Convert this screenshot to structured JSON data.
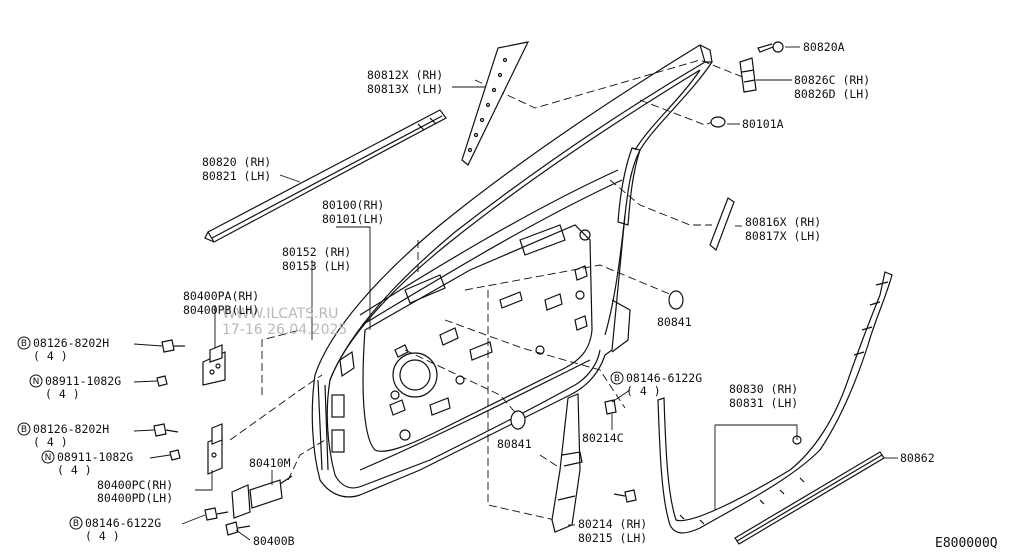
{
  "diagram_code": "E800000Q",
  "watermark": [
    "WWW.ILCATS.RU",
    "17-16 26.04.2025"
  ],
  "labels": {
    "p80820A": "80820A",
    "p80826C": "80826C (RH)",
    "p80826D": "80826D (LH)",
    "p80812X": "80812X (RH)",
    "p80813X": "80813X (LH)",
    "p80101A": "80101A",
    "p80820": "80820 (RH)",
    "p80821": "80821 (LH)",
    "p80816X": "80816X (RH)",
    "p80817X": "80817X (LH)",
    "p80100": "80100(RH)",
    "p80101": "80101(LH)",
    "p80152": "80152 (RH)",
    "p80153": "80153 (LH)",
    "p80400PA": "80400PA(RH)",
    "p80400PB": "80400PB(LH)",
    "p80841a": "80841",
    "p80841b": "80841",
    "bolt1": "08126-8202H",
    "bolt1_qty": "( 4 )",
    "nut1": "08911-1082G",
    "nut1_qty": "( 4 )",
    "bolt2": "08126-8202H",
    "bolt2_qty": "( 4 )",
    "nut2": "08911-1082G",
    "nut2_qty": "( 4 )",
    "bolt3": "08146-6122G",
    "bolt3_qty": "( 4 )",
    "bolt4": "08146-6122G",
    "bolt4_qty": "( 4 )",
    "p80214C": "80214C",
    "p80830": "80830 (RH)",
    "p80831": "80831 (LH)",
    "p80862": "80862",
    "p80410M": "80410M",
    "p80400PC": "80400PC(RH)",
    "p80400PD": "80400PD(LH)",
    "p80214": "80214 (RH)",
    "p80215": "80215 (LH)",
    "p80400B": "80400B"
  },
  "prefix_symbols": {
    "bolt": "B",
    "nut": "N"
  }
}
